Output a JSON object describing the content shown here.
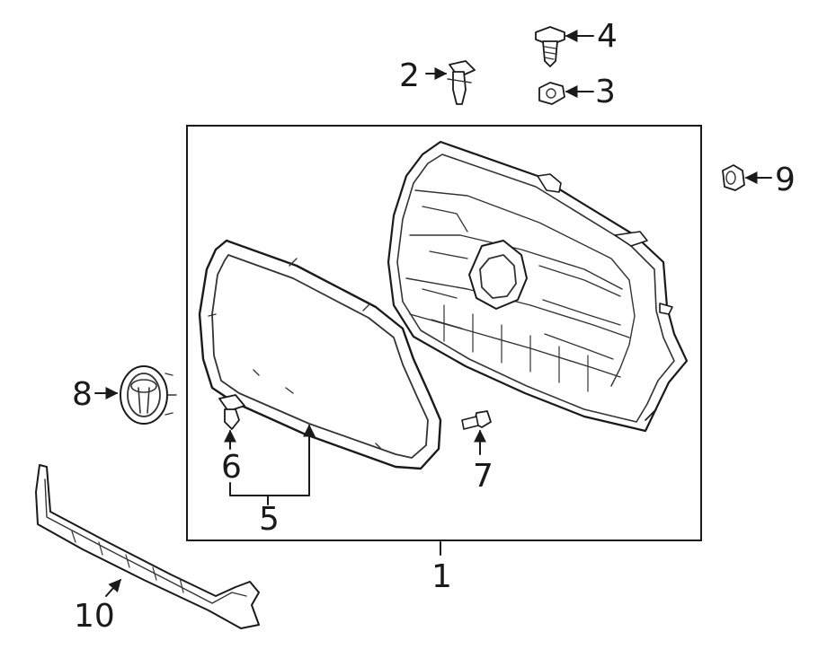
{
  "diagram": {
    "callouts": {
      "p1": "1",
      "p2": "2",
      "p3": "3",
      "p4": "4",
      "p5": "5",
      "p6": "6",
      "p7": "7",
      "p8": "8",
      "p9": "9",
      "p10": "10"
    }
  }
}
